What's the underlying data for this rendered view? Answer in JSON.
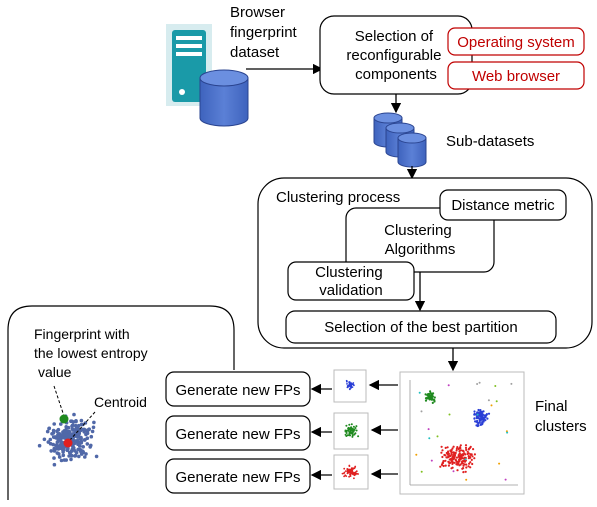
{
  "dataset": {
    "label_lines": [
      "Browser",
      "fingerprint",
      "dataset"
    ]
  },
  "selection": {
    "label_lines": [
      "Selection of",
      "reconfigurable",
      "components"
    ],
    "options": [
      "Operating system",
      "Web browser"
    ]
  },
  "subdatasets": {
    "label": "Sub-datasets"
  },
  "clustering": {
    "title": "Clustering process",
    "distance_metric": "Distance metric",
    "algorithms_lines": [
      "Clustering",
      "Algorithms"
    ],
    "validation_lines": [
      "Clustering",
      "validation"
    ],
    "best_partition": "Selection of the best partition"
  },
  "final_clusters": {
    "label_lines": [
      "Final",
      "clusters"
    ]
  },
  "generate": {
    "buttons": [
      "Generate new FPs",
      "Generate new FPs",
      "Generate new FPs"
    ]
  },
  "zoom": {
    "fingerprint_lines": [
      "Fingerprint with",
      "the lowest entropy",
      "value"
    ],
    "centroid": "Centroid"
  },
  "colors": {
    "server": "#1a9aa8",
    "database": "#4a6fc7",
    "option_red": "#c00000",
    "cluster_blue": "#2b3fd6",
    "cluster_green": "#1f8a1f",
    "cluster_red": "#e02020",
    "zoom_dots": "#5068a8"
  }
}
